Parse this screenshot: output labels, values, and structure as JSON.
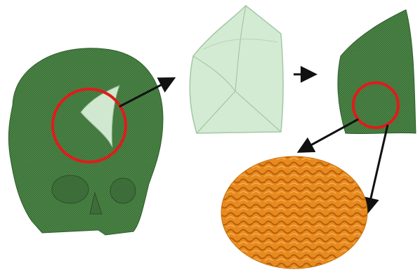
{
  "figure": {
    "panels": [
      {
        "name": "skull-mesh"
      },
      {
        "name": "bone-segment-surface"
      },
      {
        "name": "bone-segment-mesh"
      },
      {
        "name": "trabecular-microstructure"
      }
    ],
    "colors": {
      "mesh_green": "#4f8a4a",
      "mesh_dark": "#2f5e2c",
      "surface_green": "#cfe8cf",
      "surface_edge": "#9cc29c",
      "highlight_red": "#e01b1b",
      "arrow": "#111111",
      "micro_orange": "#e88a1e",
      "micro_dark": "#b35e0a"
    },
    "arrows": [
      {
        "from": "skull-mesh",
        "to": "bone-segment-surface"
      },
      {
        "from": "bone-segment-surface",
        "to": "bone-segment-mesh"
      },
      {
        "from": "bone-segment-mesh",
        "to": "trabecular-microstructure"
      },
      {
        "from": "bone-segment-mesh",
        "to": "trabecular-microstructure"
      }
    ]
  }
}
